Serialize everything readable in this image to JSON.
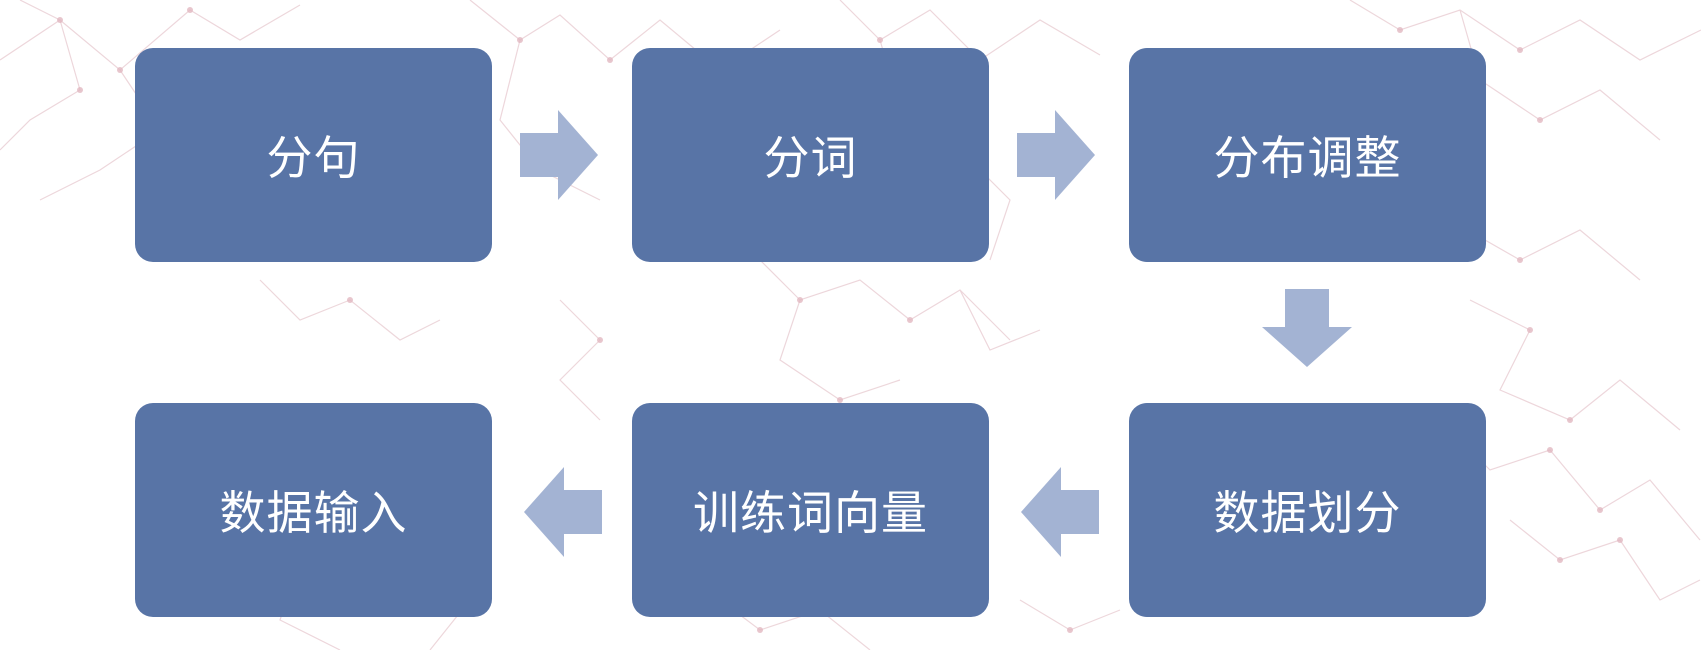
{
  "colors": {
    "box_fill": "#5874a6",
    "box_text": "#ffffff",
    "arrow_fill": "#a3b3d3",
    "background_network": "#e7c9cf"
  },
  "flow": {
    "steps": [
      {
        "label": "分句"
      },
      {
        "label": "分词"
      },
      {
        "label": "分布调整"
      },
      {
        "label": "数据划分"
      },
      {
        "label": "训练词向量"
      },
      {
        "label": "数据输入"
      }
    ],
    "arrows": [
      {
        "from": "分句",
        "to": "分词",
        "direction": "right"
      },
      {
        "from": "分词",
        "to": "分布调整",
        "direction": "right"
      },
      {
        "from": "分布调整",
        "to": "数据划分",
        "direction": "down"
      },
      {
        "from": "数据划分",
        "to": "训练词向量",
        "direction": "left"
      },
      {
        "from": "训练词向量",
        "to": "数据输入",
        "direction": "left"
      }
    ]
  }
}
